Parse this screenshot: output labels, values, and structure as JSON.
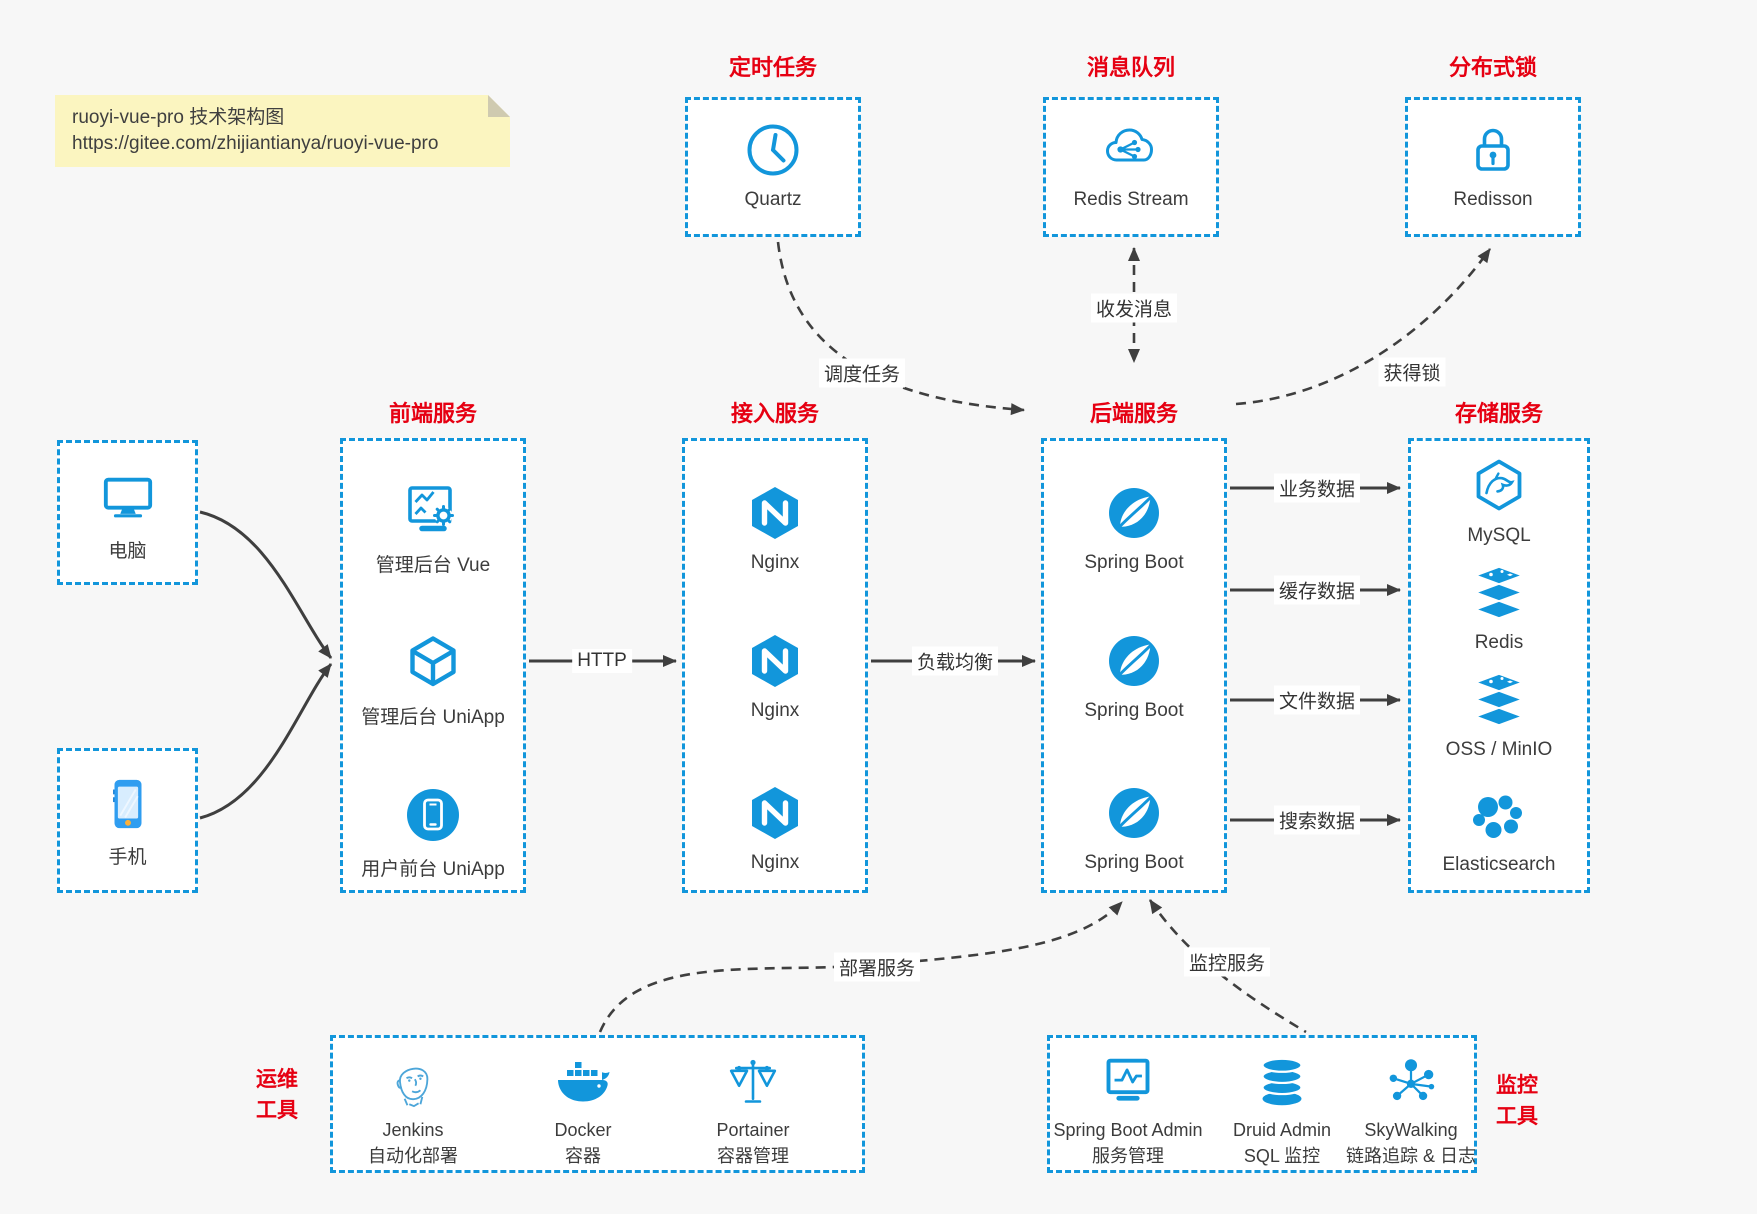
{
  "colors": {
    "accent_blue": "#1296db",
    "title_red": "#e60012",
    "arrow_dark": "#3f3f3f",
    "note_bg": "#fbf5c0",
    "page_bg": "#f7f7f7"
  },
  "note": {
    "line1": "ruoyi-vue-pro 技术架构图",
    "line2": "https://gitee.com/zhijiantianya/ruoyi-vue-pro"
  },
  "top_services": [
    {
      "title": "定时任务",
      "icon": "clock-icon",
      "label": "Quartz"
    },
    {
      "title": "消息队列",
      "icon": "cloud-share-icon",
      "label": "Redis Stream"
    },
    {
      "title": "分布式锁",
      "icon": "lock-icon",
      "label": "Redisson"
    }
  ],
  "clients": [
    {
      "icon": "desktop-icon",
      "label": "电脑"
    },
    {
      "icon": "smartphone-icon",
      "label": "手机"
    }
  ],
  "frontend": {
    "title": "前端服务",
    "items": [
      {
        "icon": "admin-vue-icon",
        "label": "管理后台 Vue"
      },
      {
        "icon": "uniapp-cube-icon",
        "label": "管理后台 UniApp"
      },
      {
        "icon": "user-app-icon",
        "label": "用户前台 UniApp"
      }
    ]
  },
  "gateway": {
    "title": "接入服务",
    "items": [
      {
        "icon": "nginx-icon",
        "label": "Nginx"
      },
      {
        "icon": "nginx-icon",
        "label": "Nginx"
      },
      {
        "icon": "nginx-icon",
        "label": "Nginx"
      }
    ]
  },
  "backend": {
    "title": "后端服务",
    "items": [
      {
        "icon": "spring-boot-icon",
        "label": "Spring Boot"
      },
      {
        "icon": "spring-boot-icon",
        "label": "Spring Boot"
      },
      {
        "icon": "spring-boot-icon",
        "label": "Spring Boot"
      }
    ]
  },
  "storage": {
    "title": "存储服务",
    "items": [
      {
        "icon": "mysql-icon",
        "label": "MySQL"
      },
      {
        "icon": "redis-stack-icon",
        "label": "Redis"
      },
      {
        "icon": "redis-stack-icon",
        "label": "OSS / MinIO"
      },
      {
        "icon": "elasticsearch-icon",
        "label": "Elasticsearch"
      }
    ]
  },
  "ops": {
    "title_line1": "运维",
    "title_line2": "工具",
    "items": [
      {
        "icon": "jenkins-icon",
        "line1": "Jenkins",
        "line2": "自动化部署"
      },
      {
        "icon": "docker-icon",
        "line1": "Docker",
        "line2": "容器"
      },
      {
        "icon": "portainer-icon",
        "line1": "Portainer",
        "line2": "容器管理"
      }
    ]
  },
  "monitoring": {
    "title_line1": "监控",
    "title_line2": "工具",
    "items": [
      {
        "icon": "spring-boot-admin-icon",
        "line1": "Spring Boot Admin",
        "line2": "服务管理"
      },
      {
        "icon": "druid-icon",
        "line1": "Druid Admin",
        "line2": "SQL 监控"
      },
      {
        "icon": "skywalking-icon",
        "line1": "SkyWalking",
        "line2": "链路追踪 & 日志"
      }
    ]
  },
  "edges": {
    "http": "HTTP",
    "load_balance": "负载均衡",
    "schedule": "调度任务",
    "message": "收发消息",
    "lock": "获得锁",
    "business_data": "业务数据",
    "cache_data": "缓存数据",
    "file_data": "文件数据",
    "search_data": "搜索数据",
    "deploy": "部署服务",
    "monitor": "监控服务"
  }
}
